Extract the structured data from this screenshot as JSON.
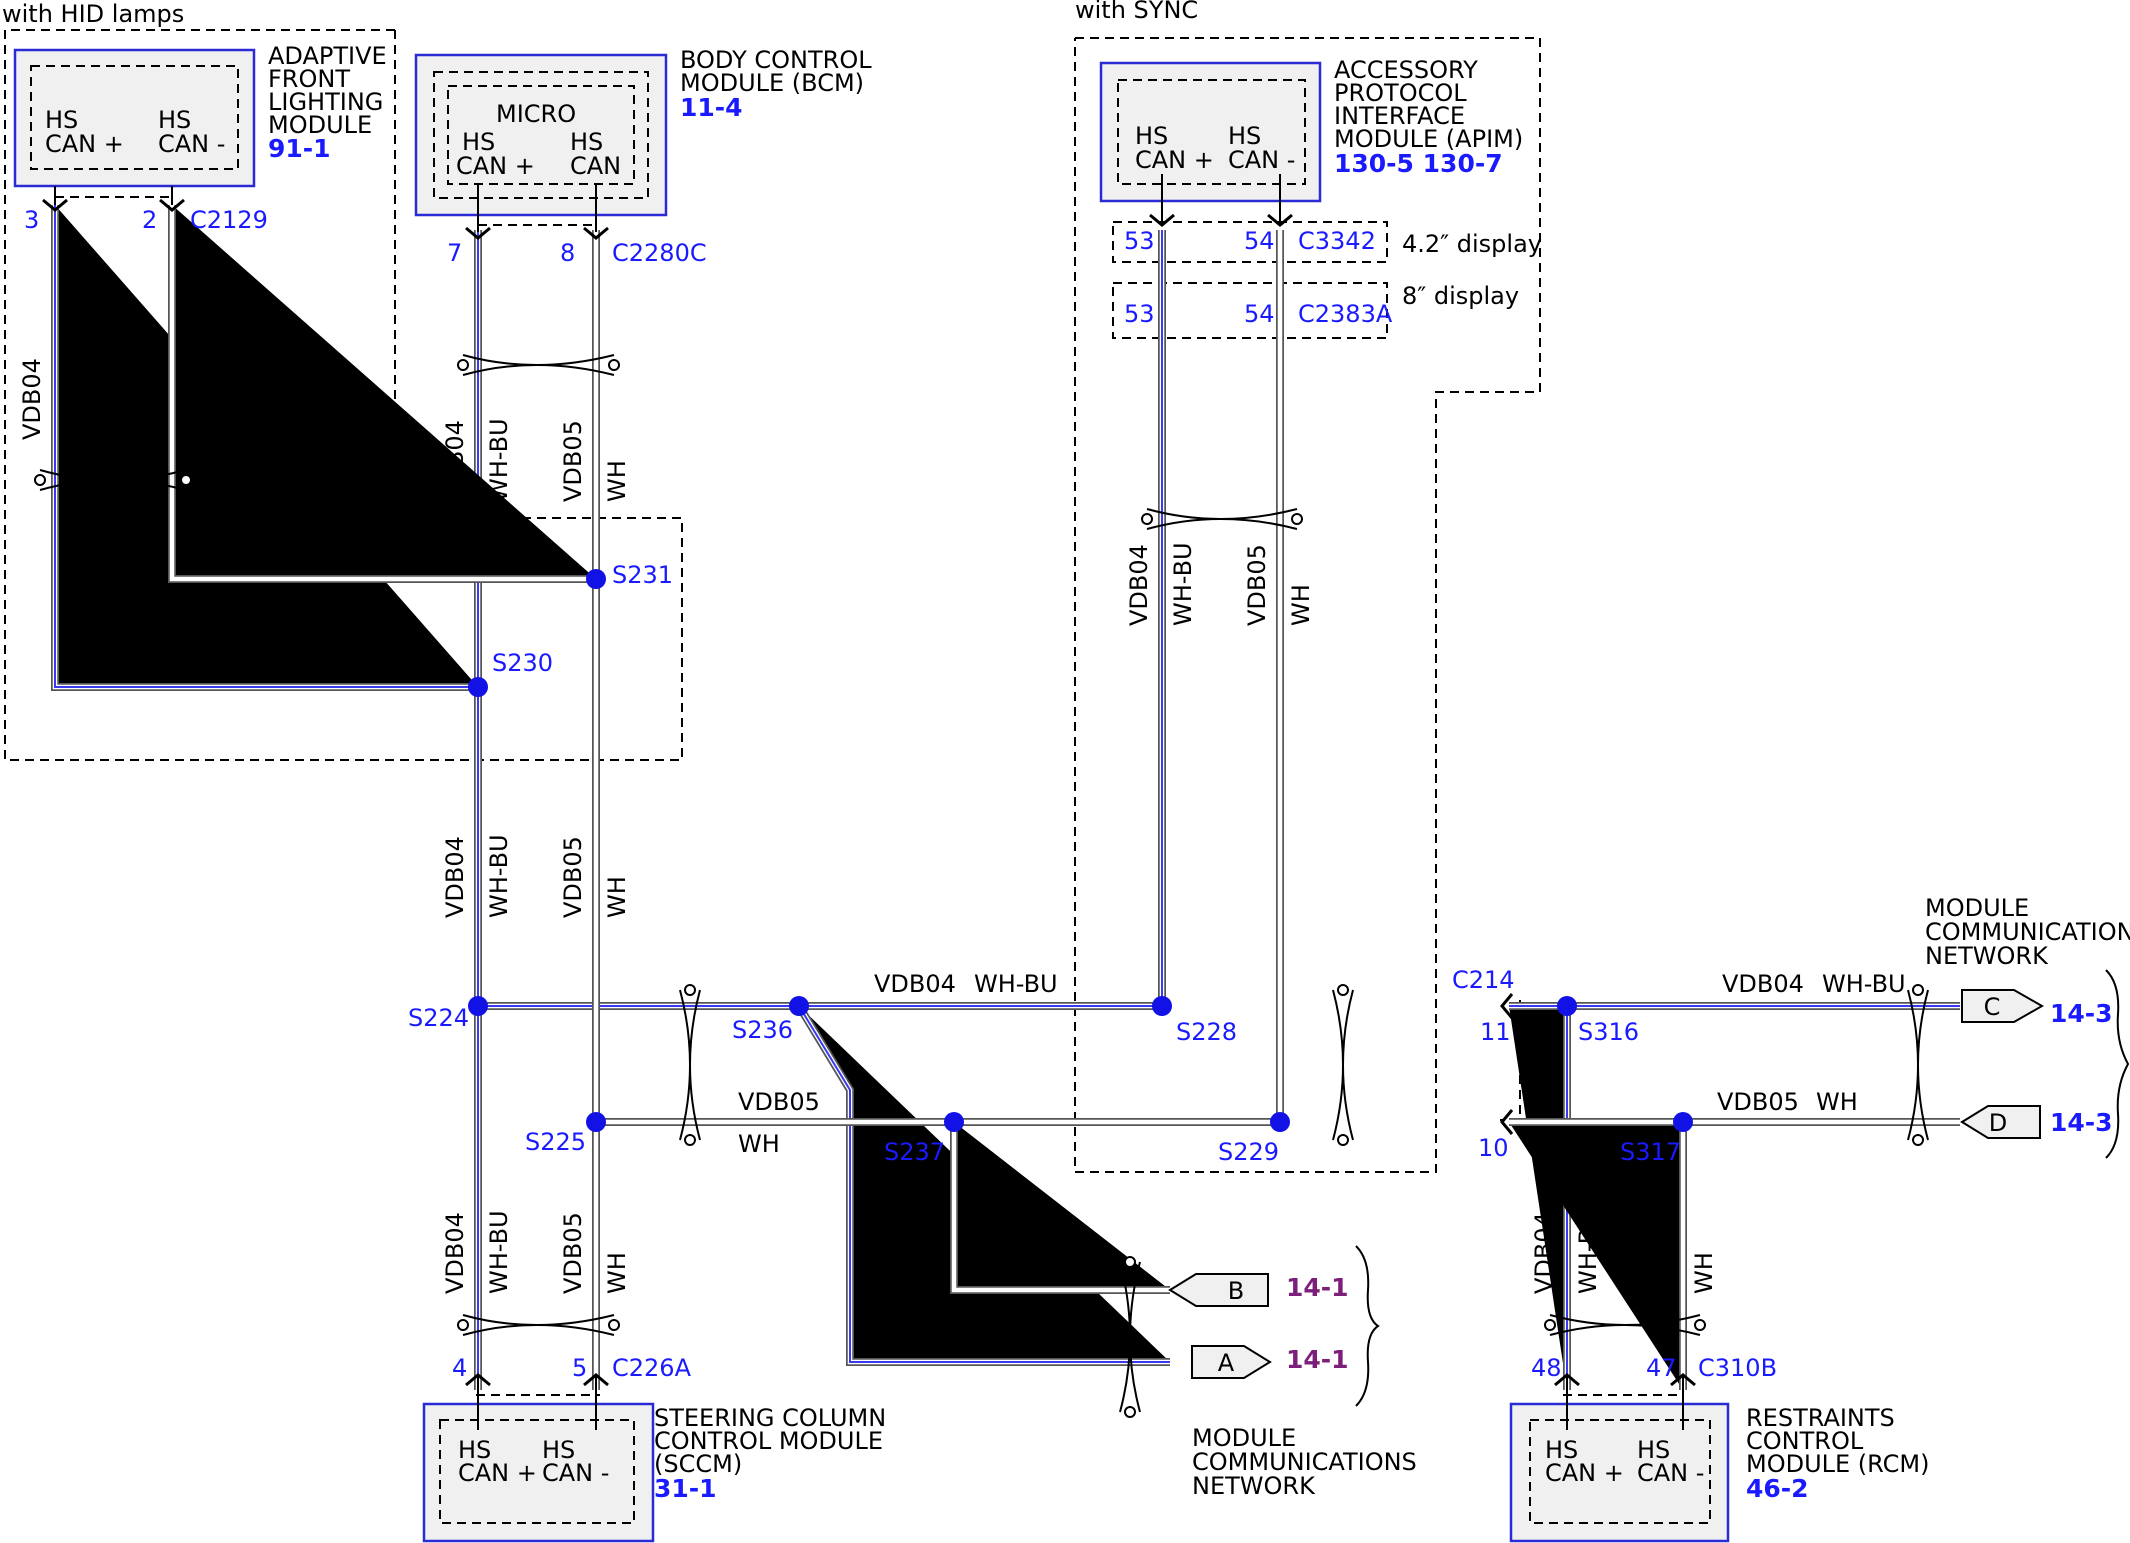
{
  "variants": {
    "hid": "with HID lamps",
    "sync": "with SYNC"
  },
  "modules": {
    "afl": {
      "name_lines": [
        "ADAPTIVE",
        "FRONT",
        "LIGHTING",
        "MODULE"
      ],
      "ref": "91-1",
      "pin_plus": [
        "HS",
        "CAN +"
      ],
      "pin_minus": [
        "HS",
        "CAN -"
      ]
    },
    "bcm": {
      "name_lines": [
        "BODY CONTROL",
        "MODULE (BCM)"
      ],
      "ref": "11-4",
      "inner": "MICRO",
      "pin_plus": [
        "HS",
        "CAN +"
      ],
      "pin_minus": [
        "HS",
        "CAN"
      ]
    },
    "apim": {
      "name_lines": [
        "ACCESSORY",
        "PROTOCOL",
        "INTERFACE",
        "MODULE (APIM)"
      ],
      "ref": "130-5 130-7",
      "pin_plus": [
        "HS",
        "CAN +"
      ],
      "pin_minus": [
        "HS",
        "CAN -"
      ]
    },
    "sccm": {
      "name_lines": [
        "STEERING COLUMN",
        "CONTROL MODULE",
        "(SCCM)"
      ],
      "ref": "31-1",
      "pin_plus": [
        "HS",
        "CAN +"
      ],
      "pin_minus": [
        "HS",
        "CAN -"
      ]
    },
    "rcm": {
      "name_lines": [
        "RESTRAINTS",
        "CONTROL",
        "MODULE (RCM)"
      ],
      "ref": "46-2",
      "pin_plus": [
        "HS",
        "CAN +"
      ],
      "pin_minus": [
        "HS",
        "CAN -"
      ]
    }
  },
  "connectors": {
    "c2129": {
      "id": "C2129",
      "pin_plus": "3",
      "pin_minus": "2"
    },
    "c2280c": {
      "id": "C2280C",
      "pin_plus": "7",
      "pin_minus": "8"
    },
    "c3342": {
      "id": "C3342",
      "pin_plus": "53",
      "pin_minus": "54",
      "note": "4.2″ display"
    },
    "c2383a": {
      "id": "C2383A",
      "pin_plus": "53",
      "pin_minus": "54",
      "note": "8″ display"
    },
    "c226a": {
      "id": "C226A",
      "pin_plus": "4",
      "pin_minus": "5"
    },
    "c310b": {
      "id": "C310B",
      "pin_plus": "48",
      "pin_minus": "47"
    },
    "c214": {
      "id": "C214",
      "pin_plus": "11",
      "pin_minus": "10"
    }
  },
  "splices": [
    "S231",
    "S230",
    "S224",
    "S236",
    "S228",
    "S225",
    "S237",
    "S229",
    "S316",
    "S317"
  ],
  "wires": {
    "hi_circuit": "VDB04",
    "hi_color": "WH-BU",
    "lo_circuit": "VDB05",
    "lo_color": "WH"
  },
  "network": {
    "label_lines": [
      "MODULE",
      "COMMUNICATIONS",
      "NETWORK"
    ],
    "connA": {
      "letter": "A",
      "ref": "14-1"
    },
    "connB": {
      "letter": "B",
      "ref": "14-1"
    },
    "connC": {
      "letter": "C",
      "ref": "14-3"
    },
    "connD": {
      "letter": "D",
      "ref": "14-3"
    },
    "wire_b": "VDB05 WH",
    "wire_a": "VDB04 WH-BU"
  },
  "colors": {
    "module_border": "#2b2bd6",
    "splice": "#1212e6",
    "blue_text": "#1a1aff",
    "purple_ref": "#7b1f7a",
    "module_fill": "#f0f0f0"
  }
}
